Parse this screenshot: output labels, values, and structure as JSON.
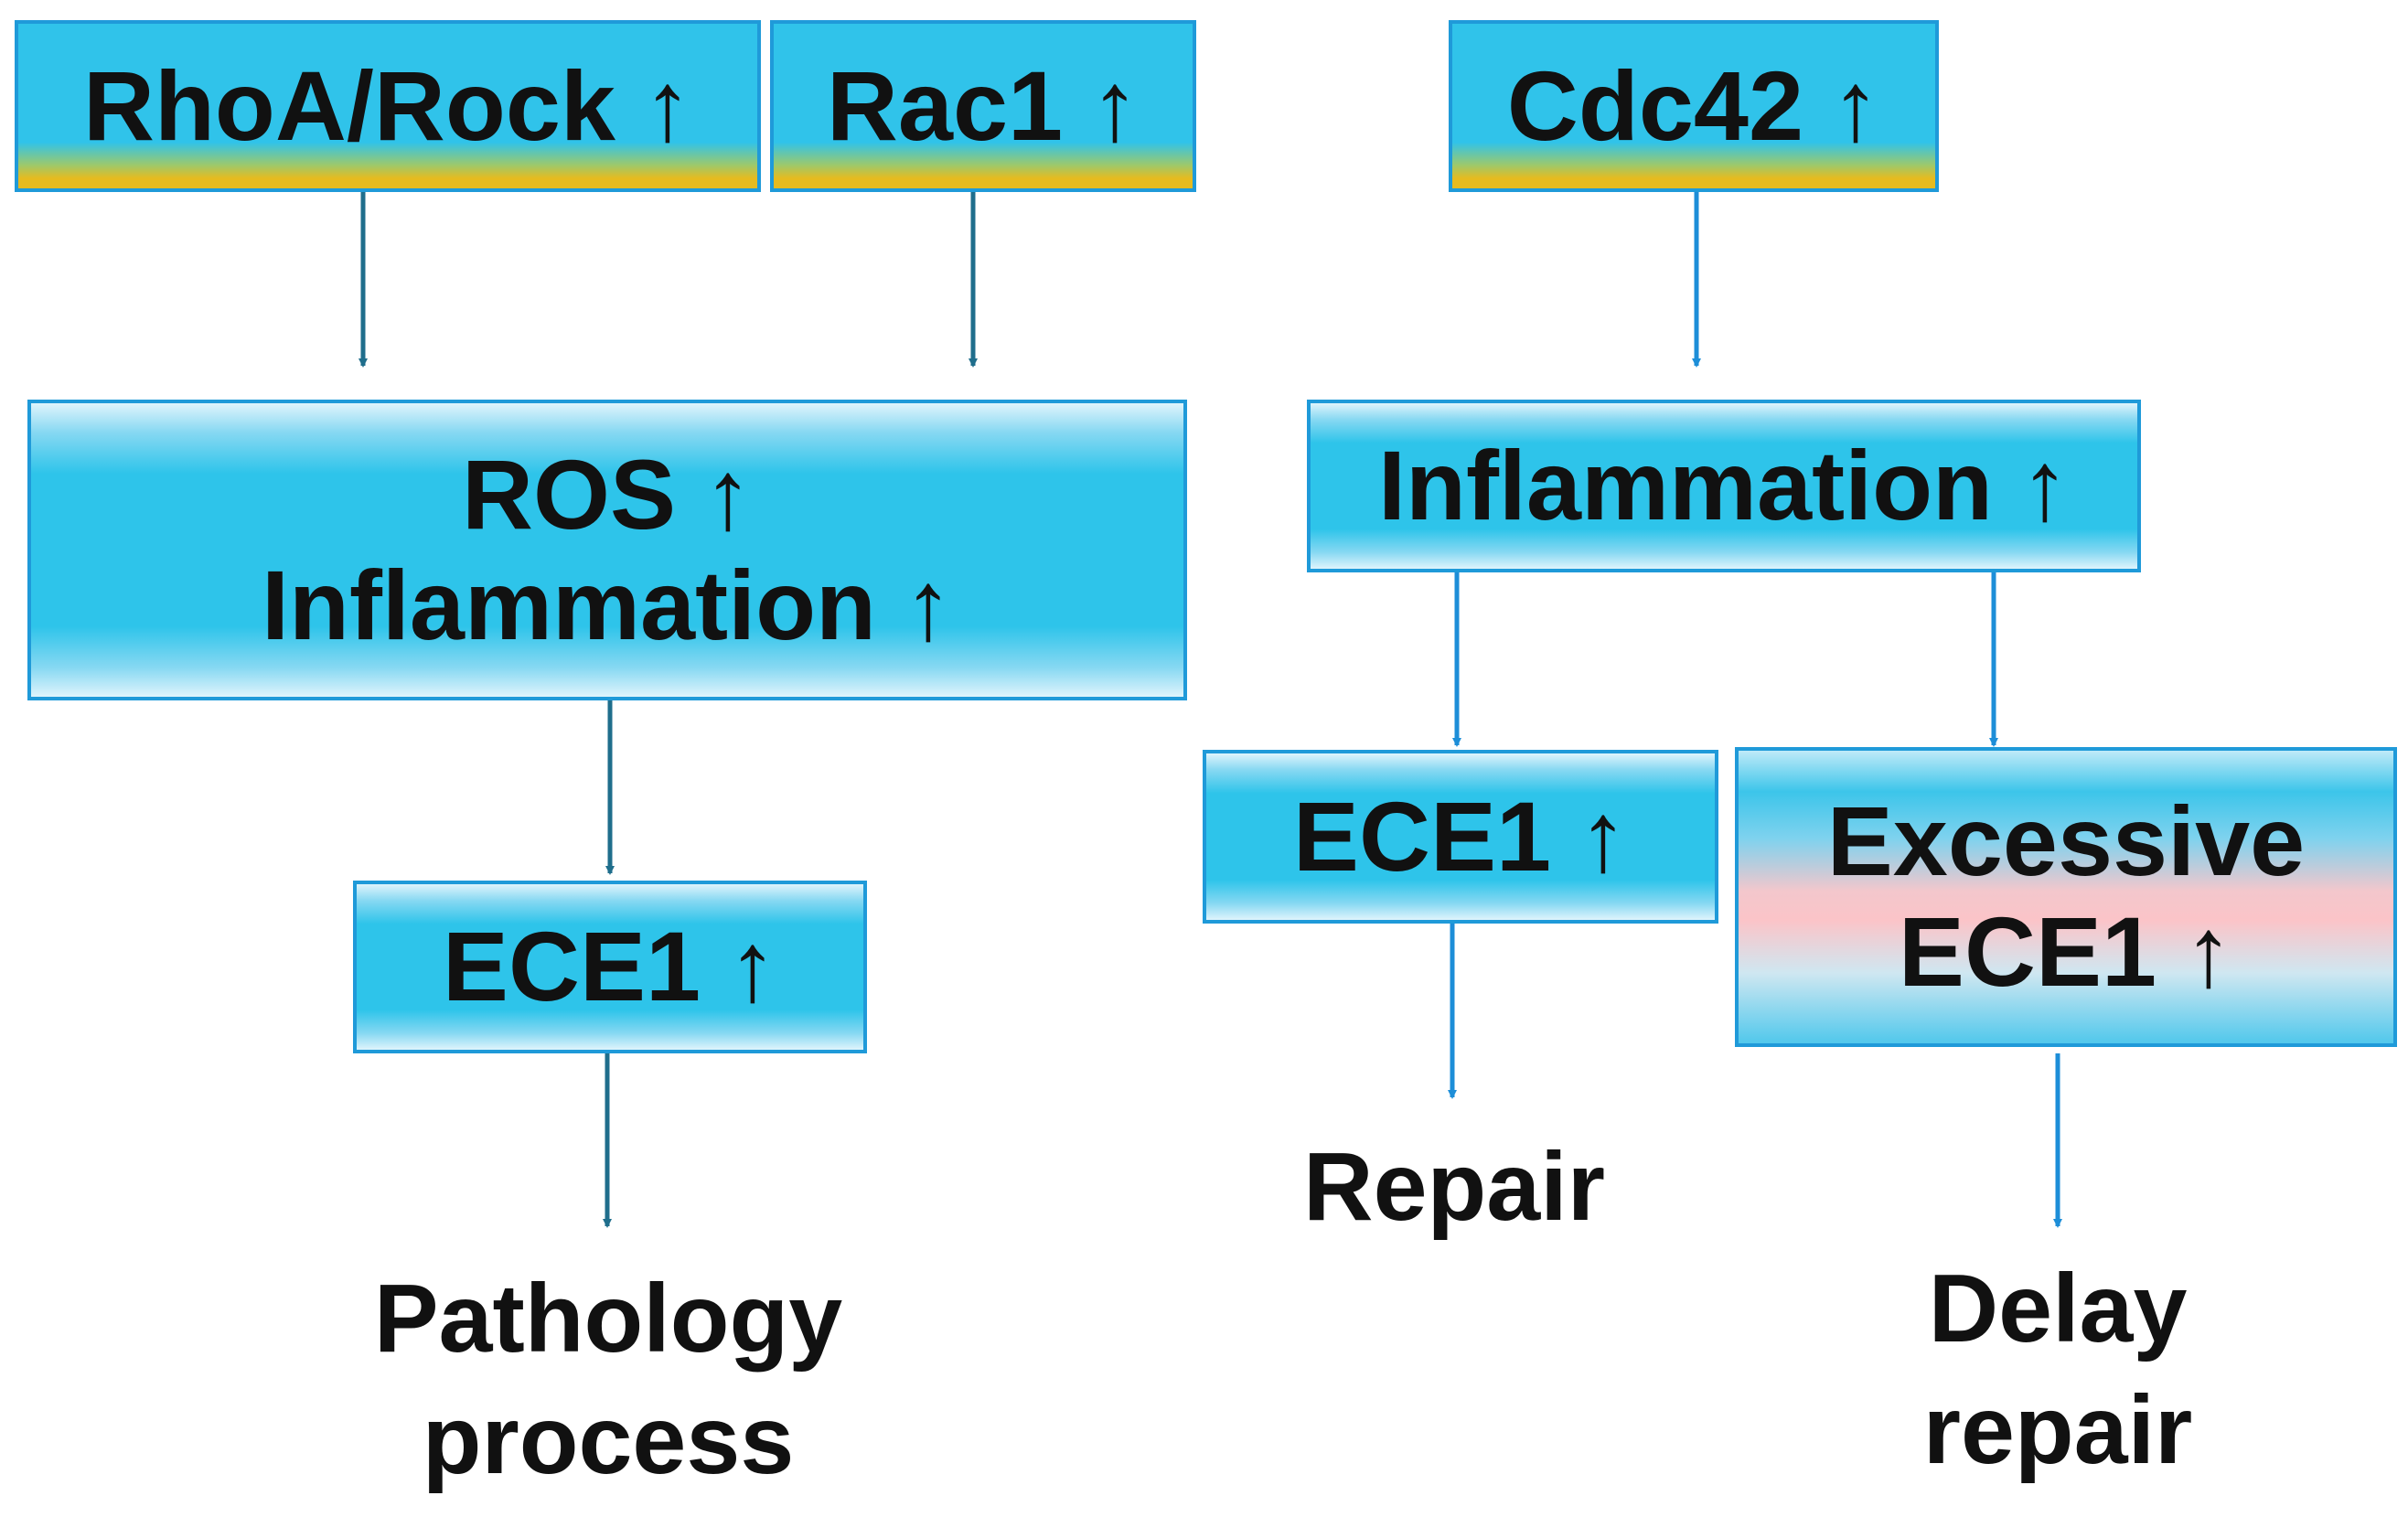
{
  "colors": {
    "box_fill": "#2ec4ea",
    "box_border": "#1f9ad9",
    "top_band": "#e6bb1f",
    "pink_fill": "#fbc4c8",
    "arrow_left": "#1f6e8c",
    "arrow_right": "#1d8ed8"
  },
  "nodes": {
    "rhoa": "RhoA/Rock ↑",
    "rac1": "Rac1 ↑",
    "cdc42": "Cdc42 ↑",
    "ros_line1": "ROS ↑",
    "ros_line2": "Inflammation ↑",
    "inflammation_right": "Inflammation ↑",
    "ece1_left": "ECE1 ↑",
    "ece1_right": "ECE1 ↑",
    "excessive_line1": "Excessive",
    "excessive_line2": "ECE1 ↑"
  },
  "outcomes": {
    "pathology_line1": "Pathology",
    "pathology_line2": "process",
    "repair": "Repair",
    "delay_line1": "Delay",
    "delay_line2": "repair"
  }
}
